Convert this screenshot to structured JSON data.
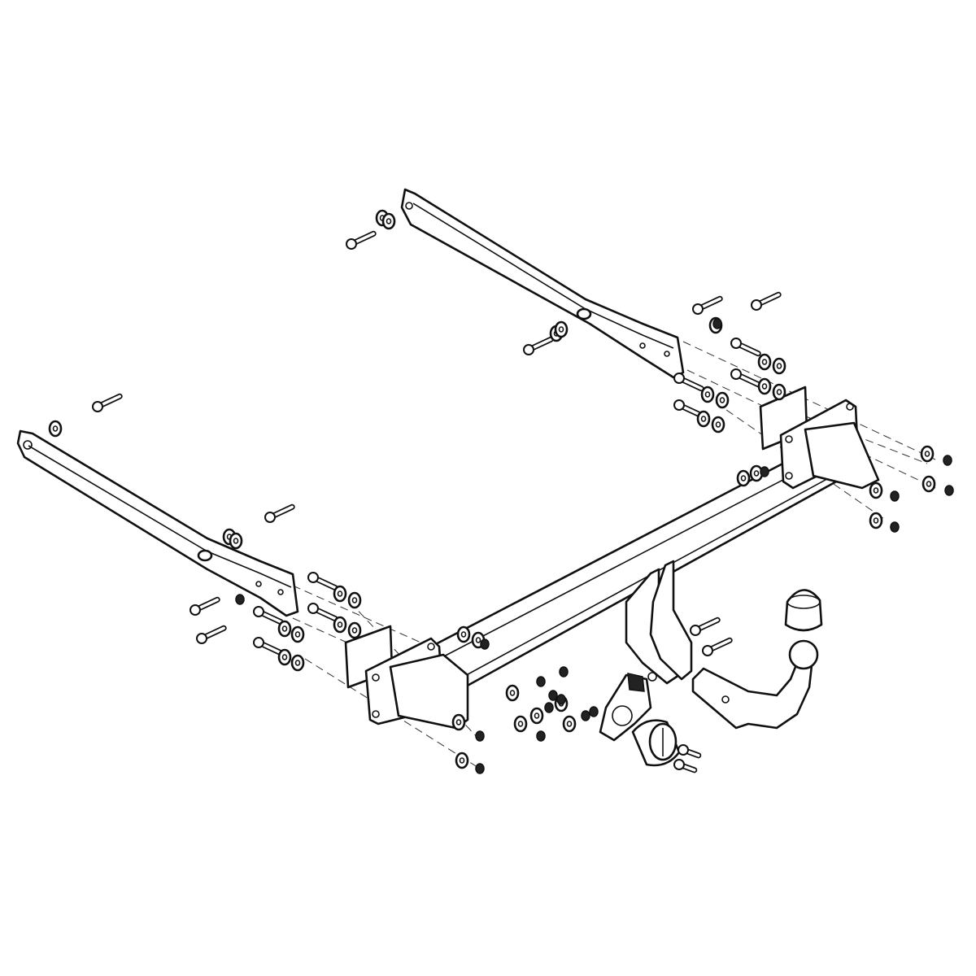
{
  "diagram": {
    "type": "exploded-assembly-drawing",
    "colors": {
      "background": "#ffffff",
      "line": "#111111",
      "leader": "#333333"
    },
    "icons": [
      "side-bracket",
      "crossbar",
      "mounting-plate",
      "spacer-plate",
      "drop-plate",
      "tow-ball-neck",
      "ball-cap",
      "electrical-socket",
      "socket-bracket",
      "bolt",
      "washer",
      "nut"
    ]
  }
}
